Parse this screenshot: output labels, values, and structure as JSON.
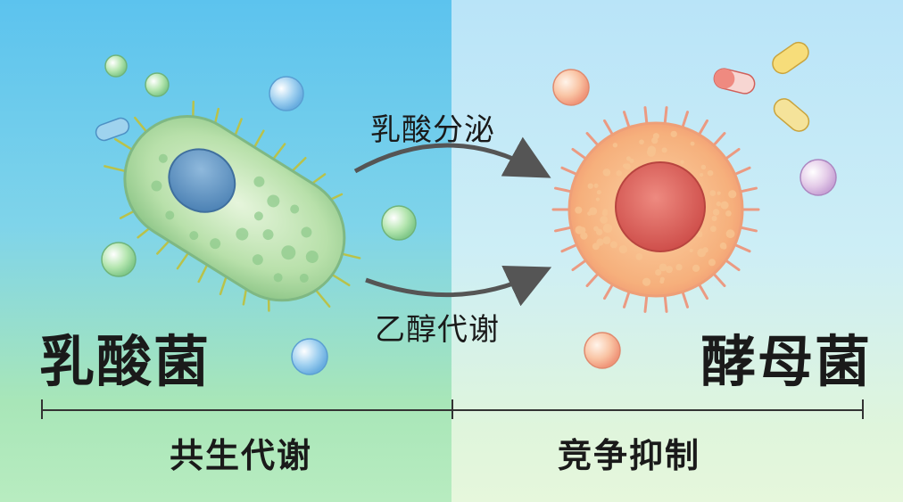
{
  "labels": {
    "left_organism": "乳酸菌",
    "right_organism": "酵母菌",
    "arrow_top": "乳酸分泌",
    "arrow_bottom": "乙醇代谢",
    "left_bracket": "共生代谢",
    "right_bracket": "竞争抑制"
  },
  "colors": {
    "left_bg": "#5cc3ee",
    "right_bg": "#cdeef6",
    "bacterium_body": "#a8d9a0",
    "bacterium_nucleus": "#5b8fbf",
    "yeast_body": "#f7b77a",
    "yeast_nucleus": "#d95a55",
    "arrow": "#555555"
  }
}
